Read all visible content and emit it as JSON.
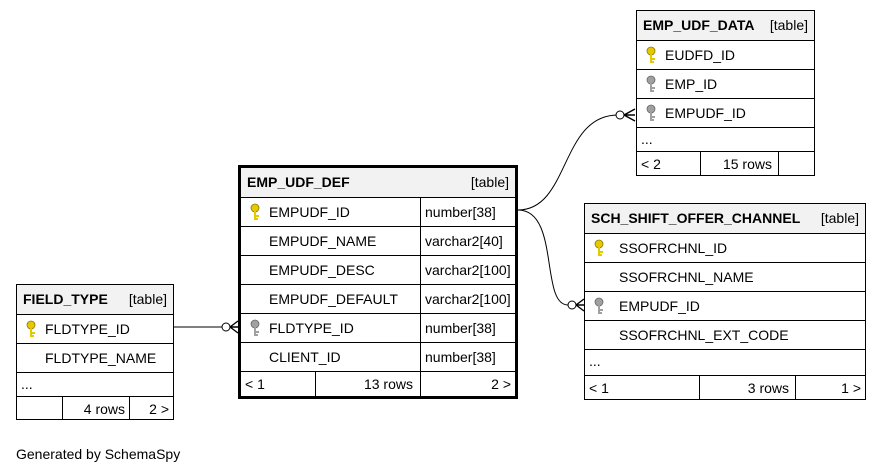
{
  "tables": {
    "field_type": {
      "name": "FIELD_TYPE",
      "tag": "[table]",
      "columns": [
        {
          "name": "FLDTYPE_ID",
          "key": "primary"
        },
        {
          "name": "FLDTYPE_NAME",
          "key": ""
        }
      ],
      "ellipsis": "...",
      "footer": {
        "rows": "4 rows",
        "children": "2 >"
      }
    },
    "emp_udf_def": {
      "name": "EMP_UDF_DEF",
      "tag": "[table]",
      "columns": [
        {
          "name": "EMPUDF_ID",
          "type": "number[38]",
          "key": "primary"
        },
        {
          "name": "EMPUDF_NAME",
          "type": "varchar2[40]",
          "key": ""
        },
        {
          "name": "EMPUDF_DESC",
          "type": "varchar2[100]",
          "key": ""
        },
        {
          "name": "EMPUDF_DEFAULT",
          "type": "varchar2[100]",
          "key": ""
        },
        {
          "name": "FLDTYPE_ID",
          "type": "number[38]",
          "key": "foreign"
        },
        {
          "name": "CLIENT_ID",
          "type": "number[38]",
          "key": ""
        }
      ],
      "footer": {
        "parents": "< 1",
        "rows": "13 rows",
        "children": "2 >"
      }
    },
    "emp_udf_data": {
      "name": "EMP_UDF_DATA",
      "tag": "[table]",
      "columns": [
        {
          "name": "EUDFD_ID",
          "key": "primary"
        },
        {
          "name": "EMP_ID",
          "key": "foreign"
        },
        {
          "name": "EMPUDF_ID",
          "key": "foreign"
        }
      ],
      "ellipsis": "...",
      "footer": {
        "parents": "< 2",
        "rows": "15 rows"
      }
    },
    "sch_shift_offer_channel": {
      "name": "SCH_SHIFT_OFFER_CHANNEL",
      "tag": "[table]",
      "columns": [
        {
          "name": "SSOFRCHNL_ID",
          "key": "primary"
        },
        {
          "name": "SSOFRCHNL_NAME",
          "key": ""
        },
        {
          "name": "EMPUDF_ID",
          "key": "foreign"
        },
        {
          "name": "SSOFRCHNL_EXT_CODE",
          "key": ""
        }
      ],
      "ellipsis": "...",
      "footer": {
        "parents": "< 1",
        "rows": "3 rows",
        "children": "1 >"
      }
    }
  },
  "icons": {
    "primary_key": "key-icon-yellow",
    "foreign_key": "key-icon-gray"
  },
  "colors": {
    "primary_key": "#e6c800",
    "foreign_key": "#a0a0a0",
    "header_bg": "#f2f2f2"
  },
  "generated_by": "Generated by SchemaSpy"
}
